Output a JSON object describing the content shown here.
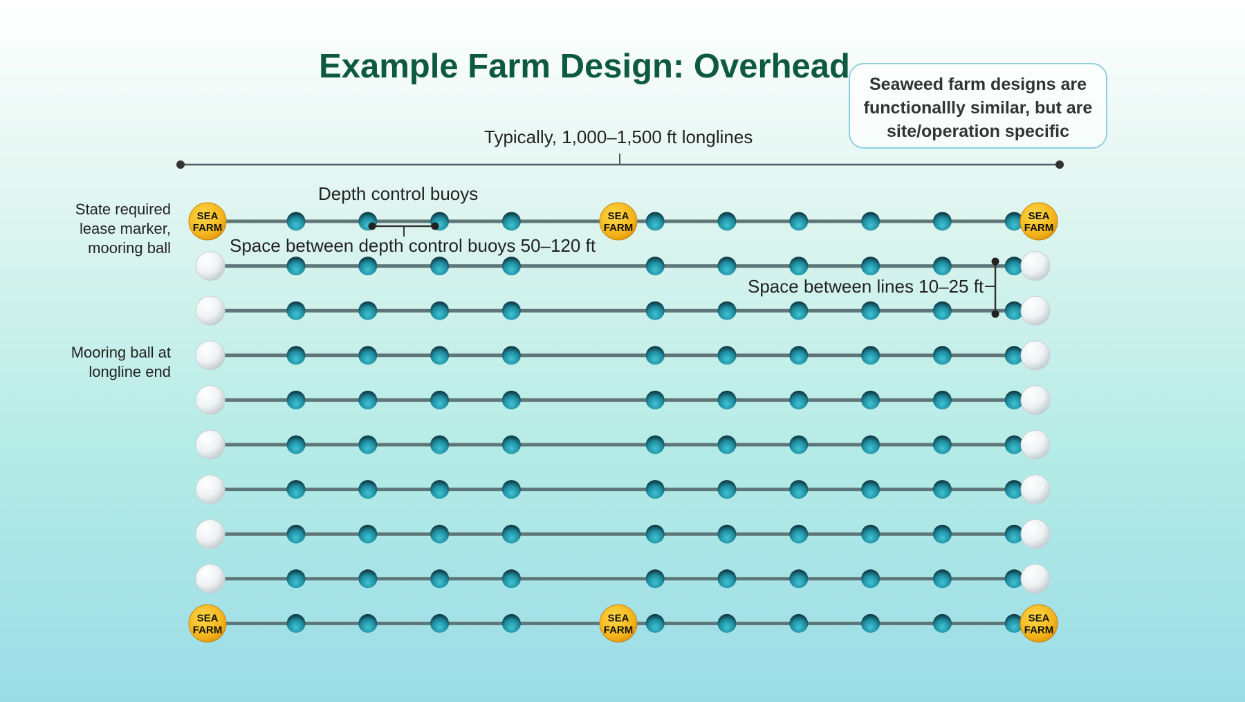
{
  "title": "Example Farm Design: Overhead",
  "note": "Seaweed farm designs are functionallly similar, but are site/operation specific",
  "labels": {
    "typical_longline": "Typically, 1,000–1,500 ft longlines",
    "depth_control_buoys": "Depth control buoys",
    "space_between_buoys": "Space between depth control buoys 50–120 ft",
    "space_between_lines": "Space between lines 10–25 ft",
    "lease_marker": "State required\nlease marker,\nmooring ball",
    "mooring_ball": "Mooring ball at\nlongline end"
  },
  "marker_text": {
    "line1": "SEA",
    "line2": "FARM"
  },
  "farm_layout": {
    "longline_count": 10,
    "buoys_per_longline": 10,
    "lease_marker_lines": [
      1,
      10
    ]
  },
  "colors": {
    "title": "#0e5a40",
    "longline": "#5e7678",
    "depth_buoy": "#1f8ea0",
    "mooring_ball": "#e9eeef",
    "lease_marker": "#f2b319",
    "note_border": "#8fd0df",
    "background_top": "#ffffff",
    "background_bottom": "#9bdce7"
  }
}
